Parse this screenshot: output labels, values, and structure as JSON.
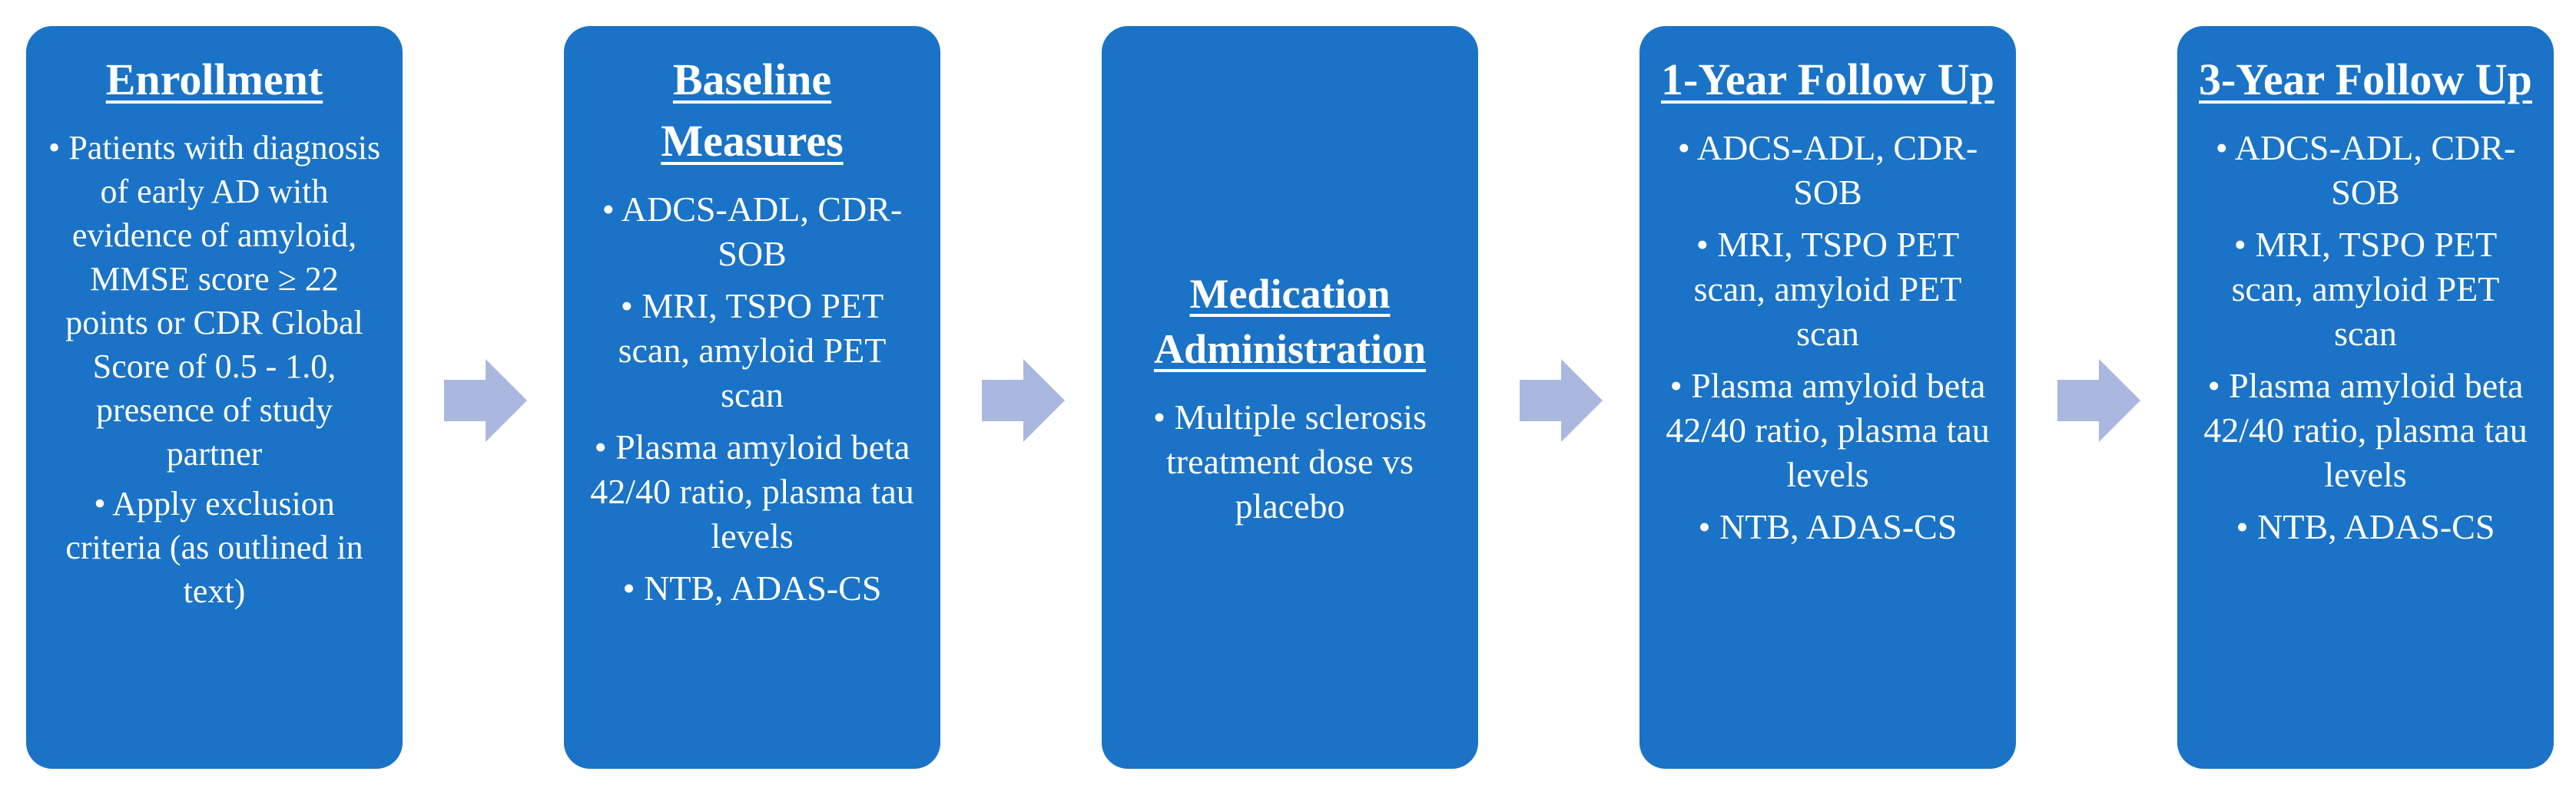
{
  "stages": [
    {
      "title": "Enrollment",
      "items": [
        "Patients with diagnosis of early AD with evidence of amyloid, MMSE score ≥ 22 points or CDR Global Score of 0.5 - 1.0, presence of study partner",
        "Apply exclusion criteria (as outlined in text)"
      ]
    },
    {
      "title": "Baseline Measures",
      "items": [
        "ADCS-ADL, CDR-SOB",
        "MRI, TSPO PET scan, amyloid PET scan",
        "Plasma amyloid beta 42/40 ratio, plasma tau levels",
        "NTB, ADAS-CS"
      ]
    },
    {
      "title": "Medication Administration",
      "items": [
        "Multiple sclerosis treatment dose vs placebo"
      ]
    },
    {
      "title": "1-Year Follow Up",
      "items": [
        "ADCS-ADL, CDR-SOB",
        "MRI, TSPO PET scan, amyloid PET scan",
        "Plasma amyloid beta 42/40 ratio, plasma tau levels",
        "NTB, ADAS-CS"
      ]
    },
    {
      "title": "3-Year Follow Up",
      "items": [
        "ADCS-ADL, CDR-SOB",
        "MRI, TSPO PET scan, amyloid PET scan",
        "Plasma amyloid beta 42/40 ratio, plasma tau levels",
        "NTB, ADAS-CS"
      ]
    }
  ],
  "colors": {
    "box_fill": "#1a73c6",
    "text": "#ffffff",
    "arrow": "#aab8e0"
  }
}
